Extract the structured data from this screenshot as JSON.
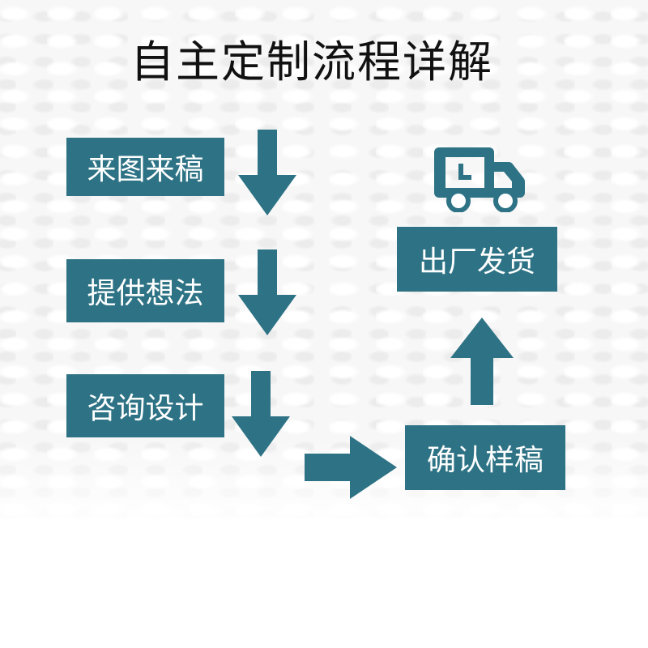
{
  "title": "自主定制流程详解",
  "colors": {
    "box": "#2e7385",
    "box_text": "#ffffff",
    "title": "#111111"
  },
  "steps": [
    {
      "label": "来图来稿"
    },
    {
      "label": "提供想法"
    },
    {
      "label": "咨询设计"
    },
    {
      "label": "确认样稿"
    },
    {
      "label": "出厂发货"
    }
  ],
  "icons": {
    "truck": "delivery-truck-icon"
  }
}
